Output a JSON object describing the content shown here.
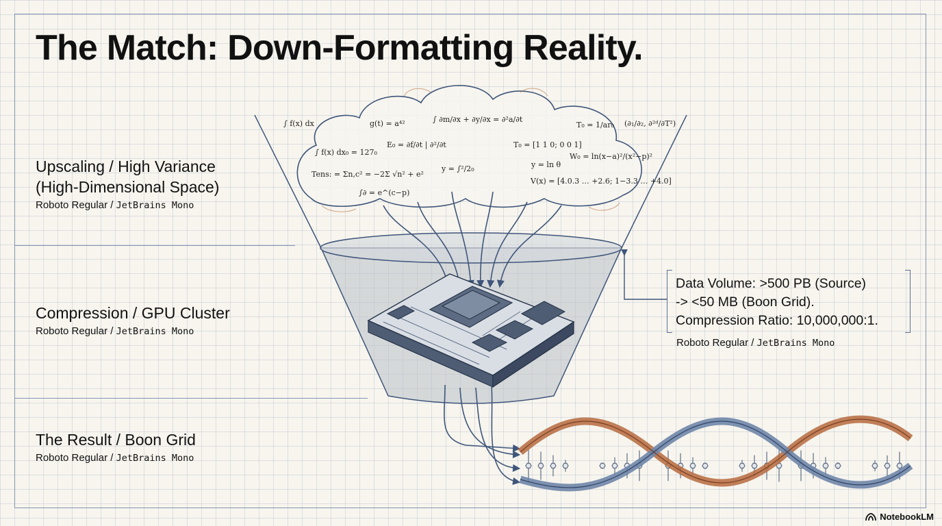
{
  "title": "The Match: Down-Formatting Reality.",
  "stages": [
    {
      "head_line1": "Upscaling / High Variance",
      "head_line2": "(High-Dimensional Space)",
      "sub_prefix": "Roboto Regular / ",
      "sub_mono": "JetBrains Mono"
    },
    {
      "head_line1": "Compression / GPU Cluster",
      "sub_prefix": "Roboto Regular / ",
      "sub_mono": "JetBrains Mono"
    },
    {
      "head_line1": "The Result / Boon Grid",
      "sub_prefix": "Roboto Regular / ",
      "sub_mono": "JetBrains Mono"
    }
  ],
  "callout": {
    "lines": [
      "Data Volume: >500 PB (Source)",
      "-> <50 MB (Boon Grid).",
      "Compression Ratio: 10,000,000:1."
    ],
    "sub_prefix": "Roboto Regular / ",
    "sub_mono": "JetBrains Mono"
  },
  "equations": {
    "e1": "∫ f(x) dx",
    "e2": "g(t) = a⁴²",
    "e3": "∫ ∂m/∂x + ∂y/∂x = ∂²a/∂t",
    "e4": "T₀ = 1/ar₀",
    "e5": "(∂₁/∂₂, ∂²ᵈ/∂T²)",
    "e6": "∫ f(x) dx₀ = 127₀",
    "e7": "E₀ = ∂f/∂t | ∂²/∂t",
    "e8": "T₀ = [1 1 0; 0 0 1]",
    "e9": "W₀ = ln(x−a)²/(x²−p)²",
    "e10": "Tens: = Σn,c² = −2Σ √n² + e²",
    "e11": "y = ∫²/2₀",
    "e12": "y = ln θ",
    "e13": "V(x) = [4.0.3 … +2.6; 1−3.3 … +4.0]",
    "e14": "∫∂ = e^(c−p)"
  },
  "brand": "NotebookLM",
  "colors": {
    "ink": "#111111",
    "line": "#8494b0",
    "diagram": "#3f557a",
    "funnel": "#b9c0c8",
    "chip": "#5e6c83",
    "strand_copper": "#b66a3e",
    "strand_blue": "#6f86a8",
    "background": "#f7f5ee"
  }
}
